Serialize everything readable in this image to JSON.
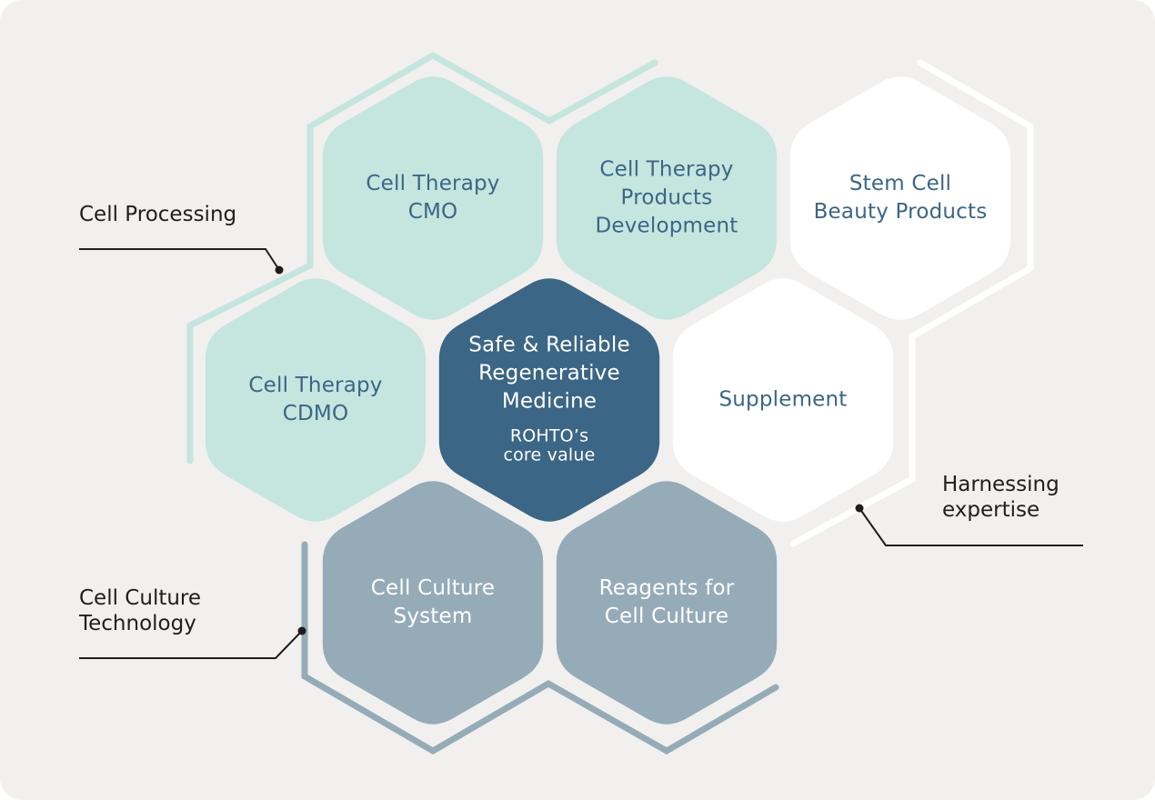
{
  "colors": {
    "background": "#f1f0ee",
    "teal_hex": "#c5e5df",
    "teal_outline": "#c5e5df",
    "white_hex": "#ffffff",
    "white_outline": "#ffffff",
    "core_hex": "#3b6685",
    "steel_hex": "#95abb8",
    "steel_outline": "#95abb8",
    "dark_text": "#3b6685",
    "light_text": "#ffffff",
    "leader_line": "#1e1e1e"
  },
  "core": {
    "title": "Safe & Reliable Regenerative Medicine",
    "lines": [
      "Safe & Reliable",
      "Regenerative",
      "Medicine"
    ],
    "subtitle_lines": [
      "ROHTO’s",
      "core value"
    ]
  },
  "hexagons": [
    {
      "id": "cell-therapy-cmo",
      "lines": [
        "Cell Therapy",
        "CMO"
      ],
      "group": "cell_processing"
    },
    {
      "id": "cell-therapy-products-development",
      "lines": [
        "Cell Therapy",
        "Products",
        "Development"
      ],
      "group": "cell_processing"
    },
    {
      "id": "stem-cell-beauty-products",
      "lines": [
        "Stem Cell",
        "Beauty Products"
      ],
      "group": "harnessing_expertise"
    },
    {
      "id": "cell-therapy-cdmo",
      "lines": [
        "Cell Therapy",
        "CDMO"
      ],
      "group": "cell_processing"
    },
    {
      "id": "supplement",
      "lines": [
        "Supplement"
      ],
      "group": "harnessing_expertise"
    },
    {
      "id": "cell-culture-system",
      "lines": [
        "Cell Culture",
        "System"
      ],
      "group": "cell_culture_technology"
    },
    {
      "id": "reagents-for-cell-culture",
      "lines": [
        "Reagents for",
        "Cell Culture"
      ],
      "group": "cell_culture_technology"
    }
  ],
  "groups": {
    "cell_processing": {
      "label_lines": [
        "Cell Processing"
      ]
    },
    "harnessing_expertise": {
      "label_lines": [
        "Harnessing",
        "expertise"
      ]
    },
    "cell_culture_technology": {
      "label_lines": [
        "Cell Culture",
        "Technology"
      ]
    }
  },
  "labels": {
    "cell_processing": "Cell Processing",
    "harnessing_1": "Harnessing",
    "harnessing_2": "expertise",
    "cell_culture_1": "Cell Culture",
    "cell_culture_2": "Technology"
  }
}
